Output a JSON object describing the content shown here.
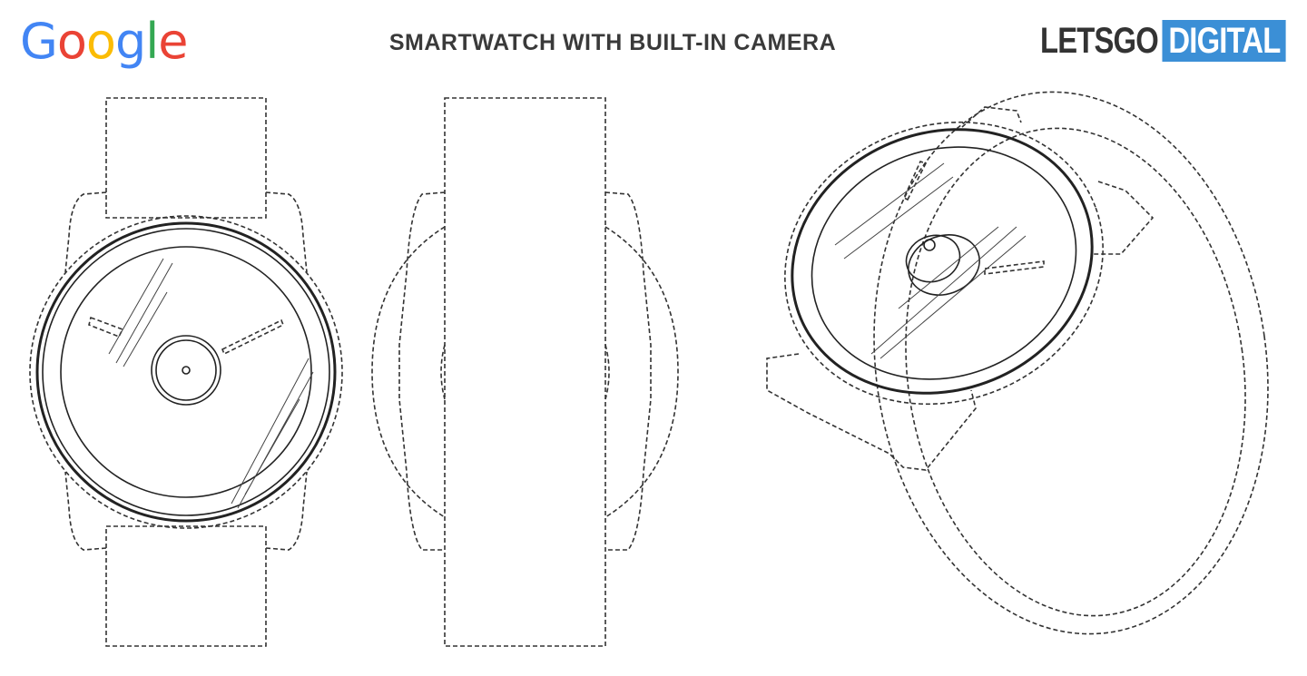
{
  "header": {
    "brand_left": "Google",
    "title": "SMARTWATCH WITH BUILT-IN CAMERA",
    "brand_right_part1": "LETSGO",
    "brand_right_part2": "DIGITAL"
  },
  "colors": {
    "google_blue": "#4285F4",
    "google_red": "#EA4335",
    "google_yellow": "#FBBC05",
    "google_green": "#34A853",
    "letsgo_dark": "#333333",
    "digital_blue": "#3b8fd6"
  },
  "figures": [
    "front-view",
    "side-view",
    "perspective-view"
  ]
}
